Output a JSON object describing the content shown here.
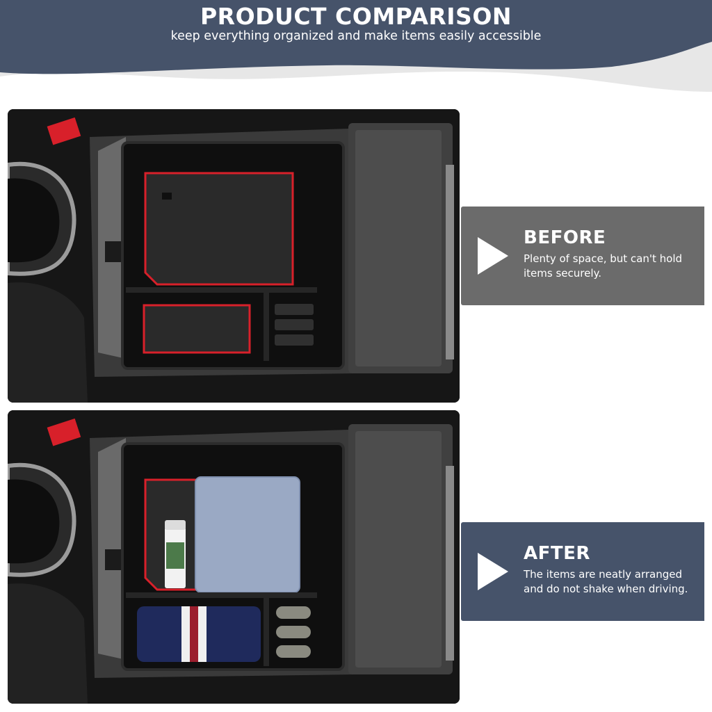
{
  "header": {
    "title": "PRODUCT COMPARISON",
    "subtitle": "keep everything organized and make items easily accessible"
  },
  "before": {
    "label": "BEFORE",
    "description": "Plenty of space, but can't hold items securely."
  },
  "after": {
    "label": "AFTER",
    "description": "The items are neatly arranged and do not shake when driving."
  },
  "colors": {
    "banner": "#46536a",
    "before_panel": "#6b6b6b",
    "after_panel": "#46536a",
    "accent_red": "#d8202a"
  }
}
